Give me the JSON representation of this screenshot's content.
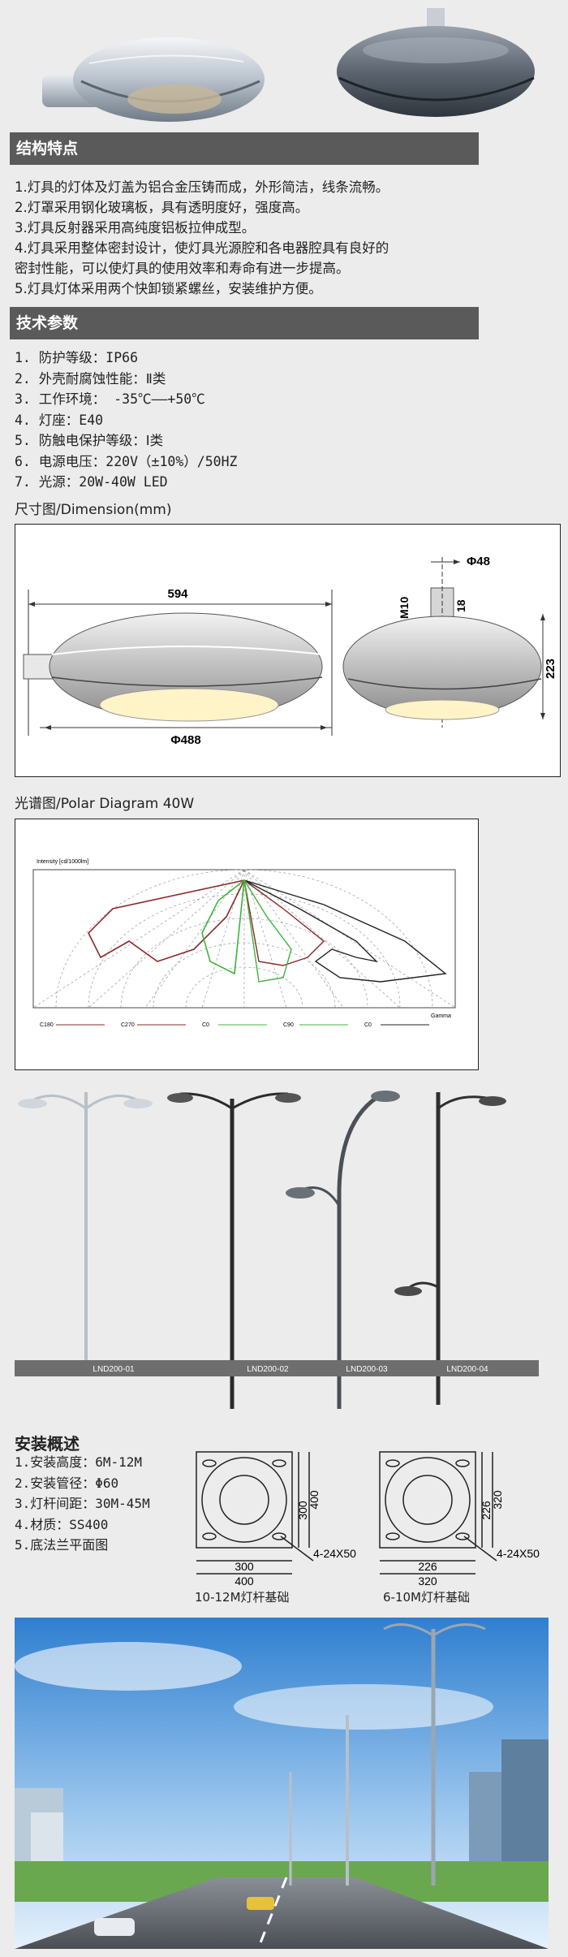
{
  "features": {
    "title": "结构特点",
    "items": [
      "1.灯具的灯体及灯盖为铝合金压铸而成，外形简洁，线条流畅。",
      "2.灯罩采用钢化玻璃板，具有透明度好，强度高。",
      "3.灯具反射器采用高纯度铝板拉伸成型。",
      "4.灯具采用整体密封设计，使灯具光源腔和各电器腔具有良好的",
      "密封性能，可以使灯具的使用效率和寿命有进一步提高。",
      "5.灯具灯体采用两个快卸锁紧螺丝，安装维护方便。"
    ]
  },
  "params": {
    "title": "技术参数",
    "items": [
      "1. 防护等级：IP66",
      "2. 外壳耐腐蚀性能：Ⅱ类",
      "3. 工作环境：  -35℃——+50℃",
      "4. 灯座：E40",
      "5. 防触电保护等级：Ⅰ类",
      "6. 电源电压：220V（±10%）/50HZ",
      "7. 光源：20W-40W LED"
    ]
  },
  "dimension": {
    "caption": "尺寸图/Dimension(mm)",
    "label_594": "594",
    "label_488": "Φ488",
    "label_48": "Φ48",
    "label_m10": "M10",
    "label_18": "18",
    "label_223": "223"
  },
  "polar": {
    "caption": "光谱图/Polar Diagram 40W",
    "intensity_label": "Intensity [cd/1000lm]",
    "legend": [
      "C180",
      "C270",
      "C0",
      "C90",
      "C0"
    ],
    "gamma": "Gamma",
    "colors": {
      "dark_red": "#8b2a2a",
      "green": "#3cb43c",
      "black": "#222222"
    }
  },
  "poles": {
    "models": [
      "LND200-01",
      "LND200-02",
      "LND200-03",
      "LND200-04"
    ]
  },
  "install": {
    "title": "安装概述",
    "items": [
      "1.安装高度：6M-12M",
      "2.安装管径：Φ60",
      "3.灯杆间距：30M-45M",
      "4.材质：SS400",
      "5.底法兰平面图"
    ],
    "base1": {
      "label": "10-12M灯杆基础",
      "w_inner": "300",
      "w_outer": "400",
      "h_inner": "300",
      "h_outer": "400",
      "bolt": "4-24X50"
    },
    "base2": {
      "label": "6-10M灯杆基础",
      "w_inner": "226",
      "w_outer": "320",
      "h_inner": "226",
      "h_outer": "320",
      "bolt": "4-24X50"
    }
  }
}
